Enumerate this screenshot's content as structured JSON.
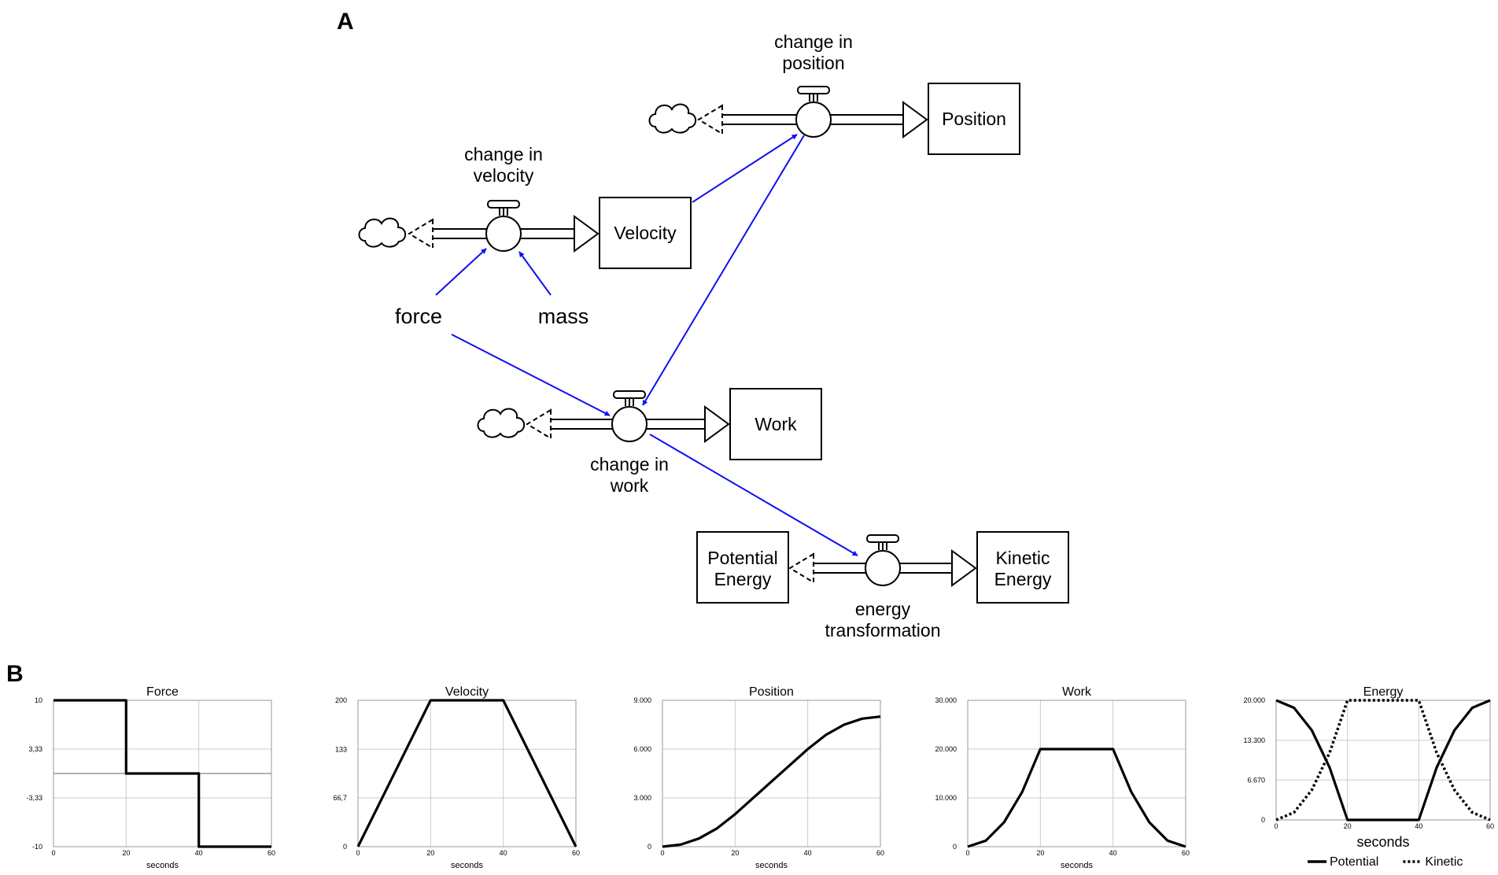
{
  "panels": {
    "a": "A",
    "b": "B"
  },
  "colors": {
    "link": "#1010ee",
    "stroke": "#000000",
    "grid": "#cccccc"
  },
  "diagram": {
    "flows": {
      "velocity": [
        "change in",
        "velocity"
      ],
      "position": [
        "change in",
        "position"
      ],
      "work": [
        "change in",
        "work"
      ],
      "energy": [
        "energy",
        "transformation"
      ]
    },
    "stocks": {
      "velocity": [
        "Velocity"
      ],
      "position": [
        "Position"
      ],
      "work": [
        "Work"
      ],
      "potential": [
        "Potential",
        "Energy"
      ],
      "kinetic": [
        "Kinetic",
        "Energy"
      ]
    },
    "variables": {
      "force": "force",
      "mass": "mass"
    }
  },
  "chart_data": [
    {
      "type": "line",
      "title": "Force",
      "xlabel": "seconds",
      "xlim": [
        0,
        60
      ],
      "ylim": [
        -10,
        10
      ],
      "xticks": [
        "0",
        "20",
        "40",
        "60"
      ],
      "yticks": [
        {
          "v": 10,
          "label": "10"
        },
        {
          "v": 3.33,
          "label": "3,33"
        },
        {
          "v": -3.33,
          "label": "-3,33"
        },
        {
          "v": -10,
          "label": "-10"
        }
      ],
      "zero_line": true,
      "series": [
        {
          "style": "solid",
          "x": [
            0,
            20,
            20,
            40,
            40,
            60
          ],
          "y": [
            10,
            10,
            0,
            0,
            -10,
            -10
          ]
        }
      ]
    },
    {
      "type": "line",
      "title": "Velocity",
      "xlabel": "seconds",
      "xlim": [
        0,
        60
      ],
      "ylim": [
        0,
        200
      ],
      "xticks": [
        "0",
        "20",
        "40",
        "60"
      ],
      "yticks": [
        {
          "v": 200,
          "label": "200"
        },
        {
          "v": 133,
          "label": "133"
        },
        {
          "v": 66.7,
          "label": "66,7"
        },
        {
          "v": 0,
          "label": "0"
        }
      ],
      "series": [
        {
          "style": "solid",
          "x": [
            0,
            20,
            40,
            60
          ],
          "y": [
            0,
            200,
            200,
            0
          ]
        }
      ]
    },
    {
      "type": "line",
      "title": "Position",
      "xlabel": "seconds",
      "xlim": [
        0,
        60
      ],
      "ylim": [
        0,
        9000
      ],
      "xticks": [
        "0",
        "20",
        "40",
        "60"
      ],
      "yticks": [
        {
          "v": 9000,
          "label": "9.000"
        },
        {
          "v": 6000,
          "label": "6.000"
        },
        {
          "v": 3000,
          "label": "3.000"
        },
        {
          "v": 0,
          "label": "0"
        }
      ],
      "series": [
        {
          "style": "solid",
          "x": [
            0,
            5,
            10,
            15,
            20,
            25,
            30,
            35,
            40,
            45,
            50,
            55,
            60
          ],
          "y": [
            0,
            125,
            500,
            1125,
            2000,
            3000,
            4000,
            5000,
            6000,
            6875,
            7500,
            7875,
            8000
          ]
        }
      ]
    },
    {
      "type": "line",
      "title": "Work",
      "xlabel": "seconds",
      "xlim": [
        0,
        60
      ],
      "ylim": [
        0,
        30000
      ],
      "xticks": [
        "0",
        "20",
        "40",
        "60"
      ],
      "yticks": [
        {
          "v": 30000,
          "label": "30.000"
        },
        {
          "v": 20000,
          "label": "20.000"
        },
        {
          "v": 10000,
          "label": "10.000"
        },
        {
          "v": 0,
          "label": "0"
        }
      ],
      "series": [
        {
          "style": "solid",
          "x": [
            0,
            5,
            10,
            15,
            20,
            40,
            45,
            50,
            55,
            60
          ],
          "y": [
            0,
            1250,
            5000,
            11250,
            20000,
            20000,
            11250,
            5000,
            1250,
            0
          ]
        }
      ]
    },
    {
      "type": "line",
      "title": "Energy",
      "xlabel": "seconds",
      "xlim": [
        0,
        60
      ],
      "ylim": [
        0,
        20000
      ],
      "xticks": [
        "0",
        "20",
        "40",
        "60"
      ],
      "yticks": [
        {
          "v": 20000,
          "label": "20.000"
        },
        {
          "v": 13300,
          "label": "13.300"
        },
        {
          "v": 6670,
          "label": "6.670"
        },
        {
          "v": 0,
          "label": "0"
        }
      ],
      "big_xlabel": true,
      "series": [
        {
          "name": "Potential",
          "style": "solid",
          "x": [
            0,
            5,
            10,
            15,
            20,
            40,
            45,
            50,
            55,
            60
          ],
          "y": [
            20000,
            18750,
            15000,
            8750,
            0,
            0,
            8750,
            15000,
            18750,
            20000
          ]
        },
        {
          "name": "Kinetic",
          "style": "dotted",
          "x": [
            0,
            5,
            10,
            15,
            20,
            40,
            45,
            50,
            55,
            60
          ],
          "y": [
            0,
            1250,
            5000,
            11250,
            20000,
            20000,
            11250,
            5000,
            1250,
            0
          ]
        }
      ],
      "legend": "bottom"
    }
  ]
}
